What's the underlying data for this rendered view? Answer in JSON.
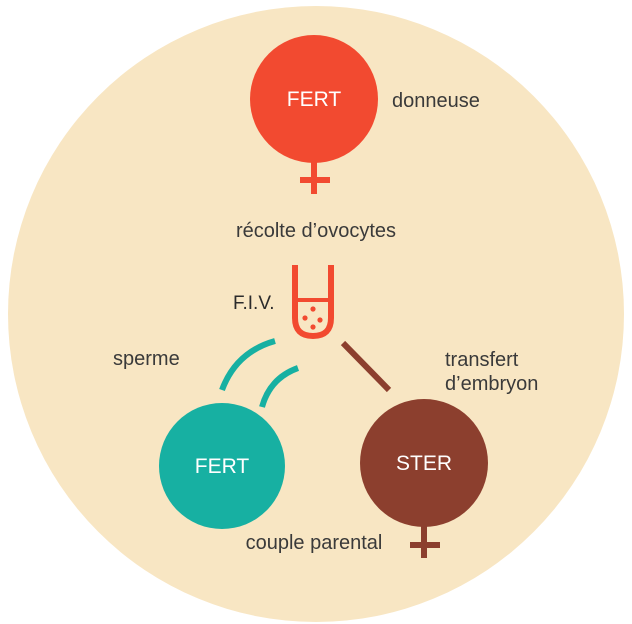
{
  "colors": {
    "background": "#f8e6c3",
    "donor": "#f24a30",
    "parent_female": "#17b0a2",
    "parent_male": "#8c3f2e",
    "text": "#3a3a3a",
    "tube": "#f24a30"
  },
  "donor": {
    "circle_label": "FERT",
    "side_label": "donneuse",
    "symbol": "female-symbol"
  },
  "steps": {
    "retrieval": "récolte d’ovocytes",
    "ivf": "F.I.V.",
    "sperm": "sperme",
    "transfer_line1": "transfert",
    "transfer_line2": "d’embryon"
  },
  "couple": {
    "left_label": "FERT",
    "right_label": "STER",
    "caption": "couple parental",
    "right_symbol": "female-symbol"
  },
  "icons": {
    "tube": "test-tube-icon"
  }
}
